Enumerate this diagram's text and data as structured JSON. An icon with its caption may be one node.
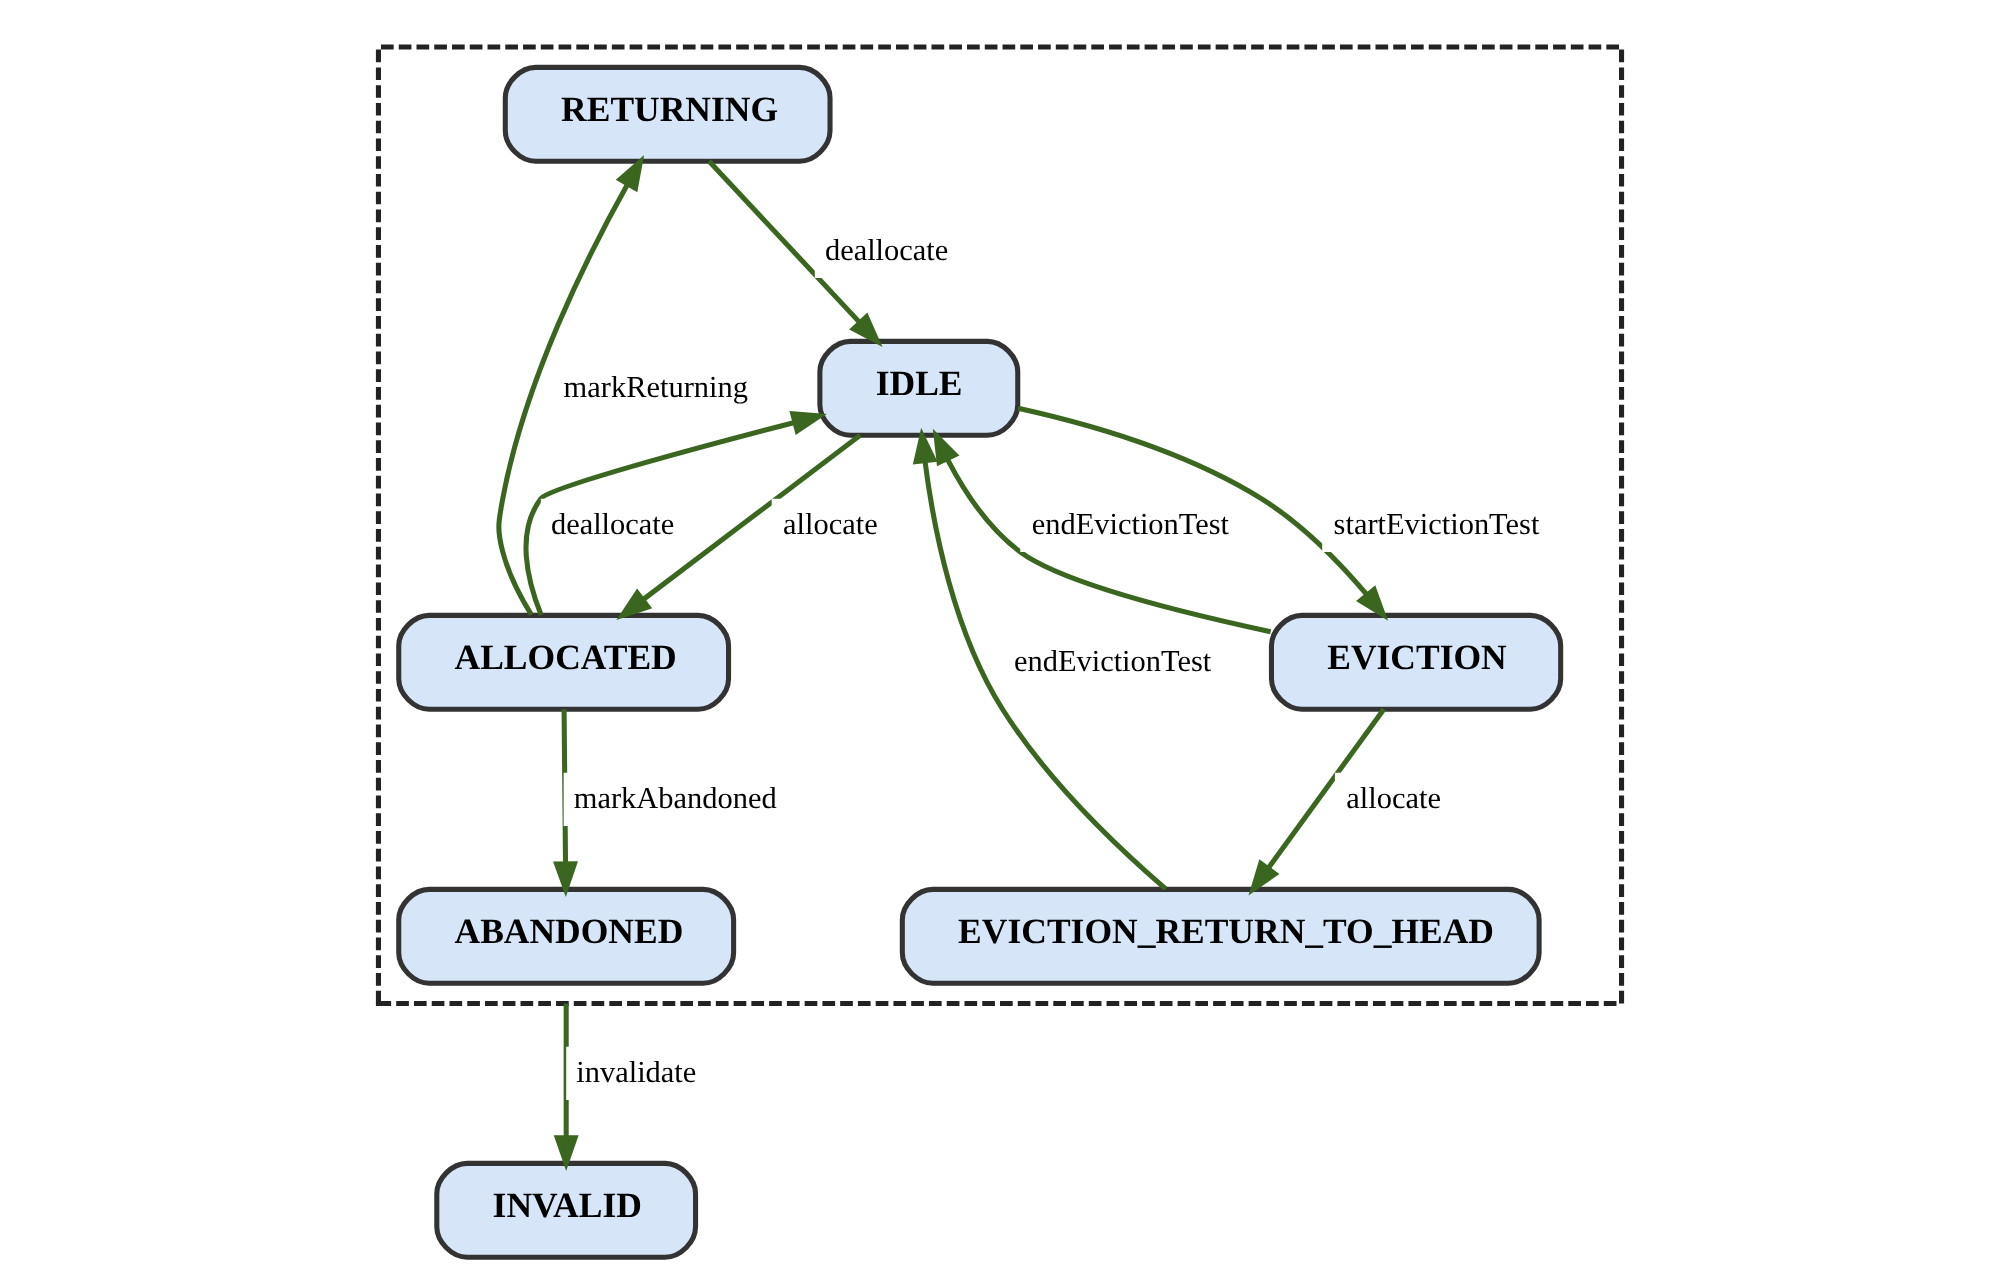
{
  "diagram": {
    "nodes": [
      {
        "text": [],
        "shape": "box"
      },
      {
        "text": [
          "RETURNING"
        ],
        "in": 0
      },
      {
        "text": [
          "IDLE"
        ],
        "in": 0
      },
      {
        "text": [
          "EVICTION"
        ],
        "in": 0
      },
      {
        "text": [
          "ALLOCATED"
        ],
        "in": 0
      },
      {
        "text": [
          "EVICTION_RETURN_TO_HEAD"
        ],
        "in": 0
      },
      {
        "text": [
          "ABANDONED"
        ],
        "in": 0
      },
      {
        "text": [
          "INVALID"
        ]
      }
    ],
    "edges": [
      {
        "from": 1,
        "to": 2,
        "arrow": "to",
        "label": "deallocate"
      },
      {
        "from": 2,
        "to": 3,
        "arrow": "to",
        "label": "startEvictionTest"
      },
      {
        "from": 2,
        "to": 4,
        "arrow": "to",
        "label": "allocate"
      },
      {
        "from": 3,
        "to": 2,
        "arrow": "to",
        "label": "endEvictionTest"
      },
      {
        "from": 4,
        "to": 2,
        "arrow": "to",
        "label": "deallocate"
      },
      {
        "from": 4,
        "to": 1,
        "arrow": "to",
        "label": "markReturning"
      },
      {
        "from": 3,
        "to": 5,
        "arrow": "to",
        "label": "allocate"
      },
      {
        "from": 5,
        "to": 2,
        "arrow": "to",
        "label": "endEvictionTest"
      },
      {
        "from": 4,
        "to": 6,
        "arrow": "to",
        "label": "markAbandoned"
      },
      {
        "from": 0,
        "to": 7,
        "arrow": "to",
        "label": "invalidate"
      }
    ]
  }
}
